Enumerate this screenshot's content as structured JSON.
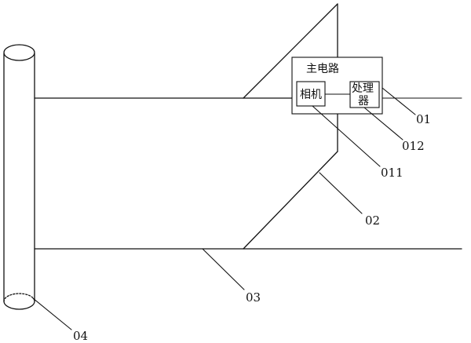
{
  "diagram": {
    "main_circuit_label": "主电路",
    "camera_label": "相机",
    "processor_label_line1": "处理",
    "processor_label_line2": "器",
    "ref_01": "01",
    "ref_011": "011",
    "ref_012": "012",
    "ref_02": "02",
    "ref_03": "03",
    "ref_04": "04"
  }
}
